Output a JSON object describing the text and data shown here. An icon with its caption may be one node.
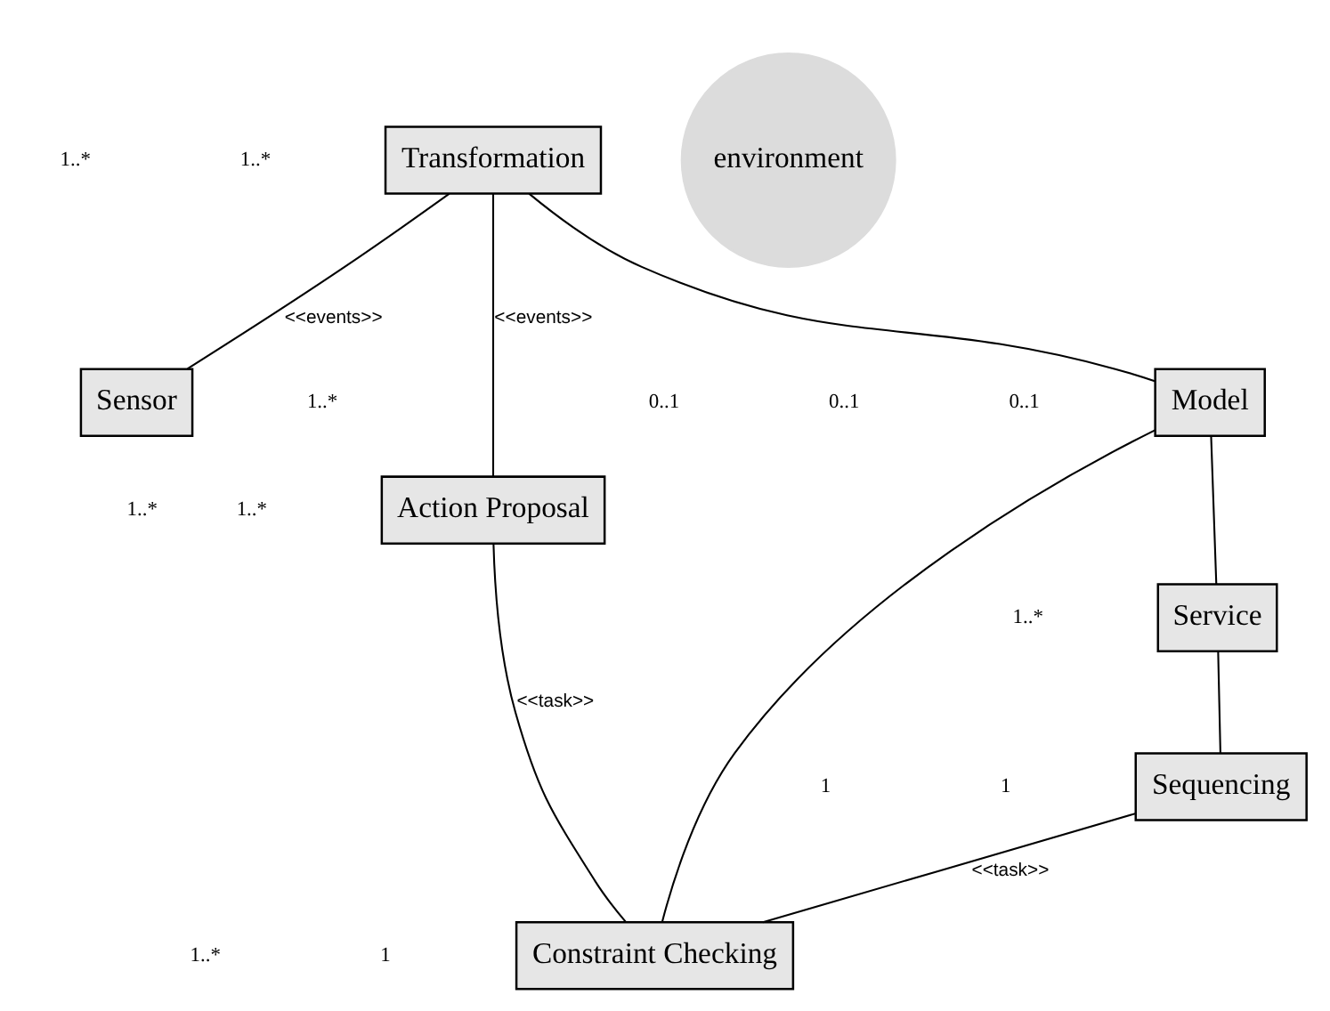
{
  "diagram": {
    "nodes": [
      {
        "text": [
          "Transformation"
        ]
      },
      {
        "text": [
          "Sensor"
        ]
      },
      {
        "text": [
          "Action Proposal"
        ]
      },
      {
        "text": [
          "environment"
        ]
      },
      {
        "text": [
          "Model"
        ]
      },
      {
        "text": [
          "Service"
        ]
      },
      {
        "text": [
          "Constraint Checking"
        ]
      },
      {
        "text": [
          "Sequencing"
        ]
      }
    ],
    "edges": [
      {
        "from": 0,
        "to": 1,
        "arrow": "none",
        "label": "<<events>>"
      },
      {
        "from": 0,
        "to": 2,
        "arrow": "none",
        "label": "<<events>>"
      },
      {
        "from": 0,
        "to": 4,
        "arrow": "none"
      },
      {
        "from": 2,
        "to": 6,
        "arrow": "none",
        "label": "<<task>>"
      },
      {
        "from": 4,
        "to": 5,
        "arrow": "none"
      },
      {
        "from": 4,
        "to": 6,
        "arrow": "none"
      },
      {
        "from": 5,
        "to": 7,
        "arrow": "none"
      },
      {
        "from": 7,
        "to": 6,
        "arrow": "none",
        "label": "<<task>>"
      }
    ],
    "labels": [
      "1..*",
      "1..*",
      "1..*",
      "1..*",
      "1..*",
      "0..1",
      "0..1",
      "0..1",
      "1",
      "1..*",
      "1..*",
      "1",
      "1"
    ]
  }
}
